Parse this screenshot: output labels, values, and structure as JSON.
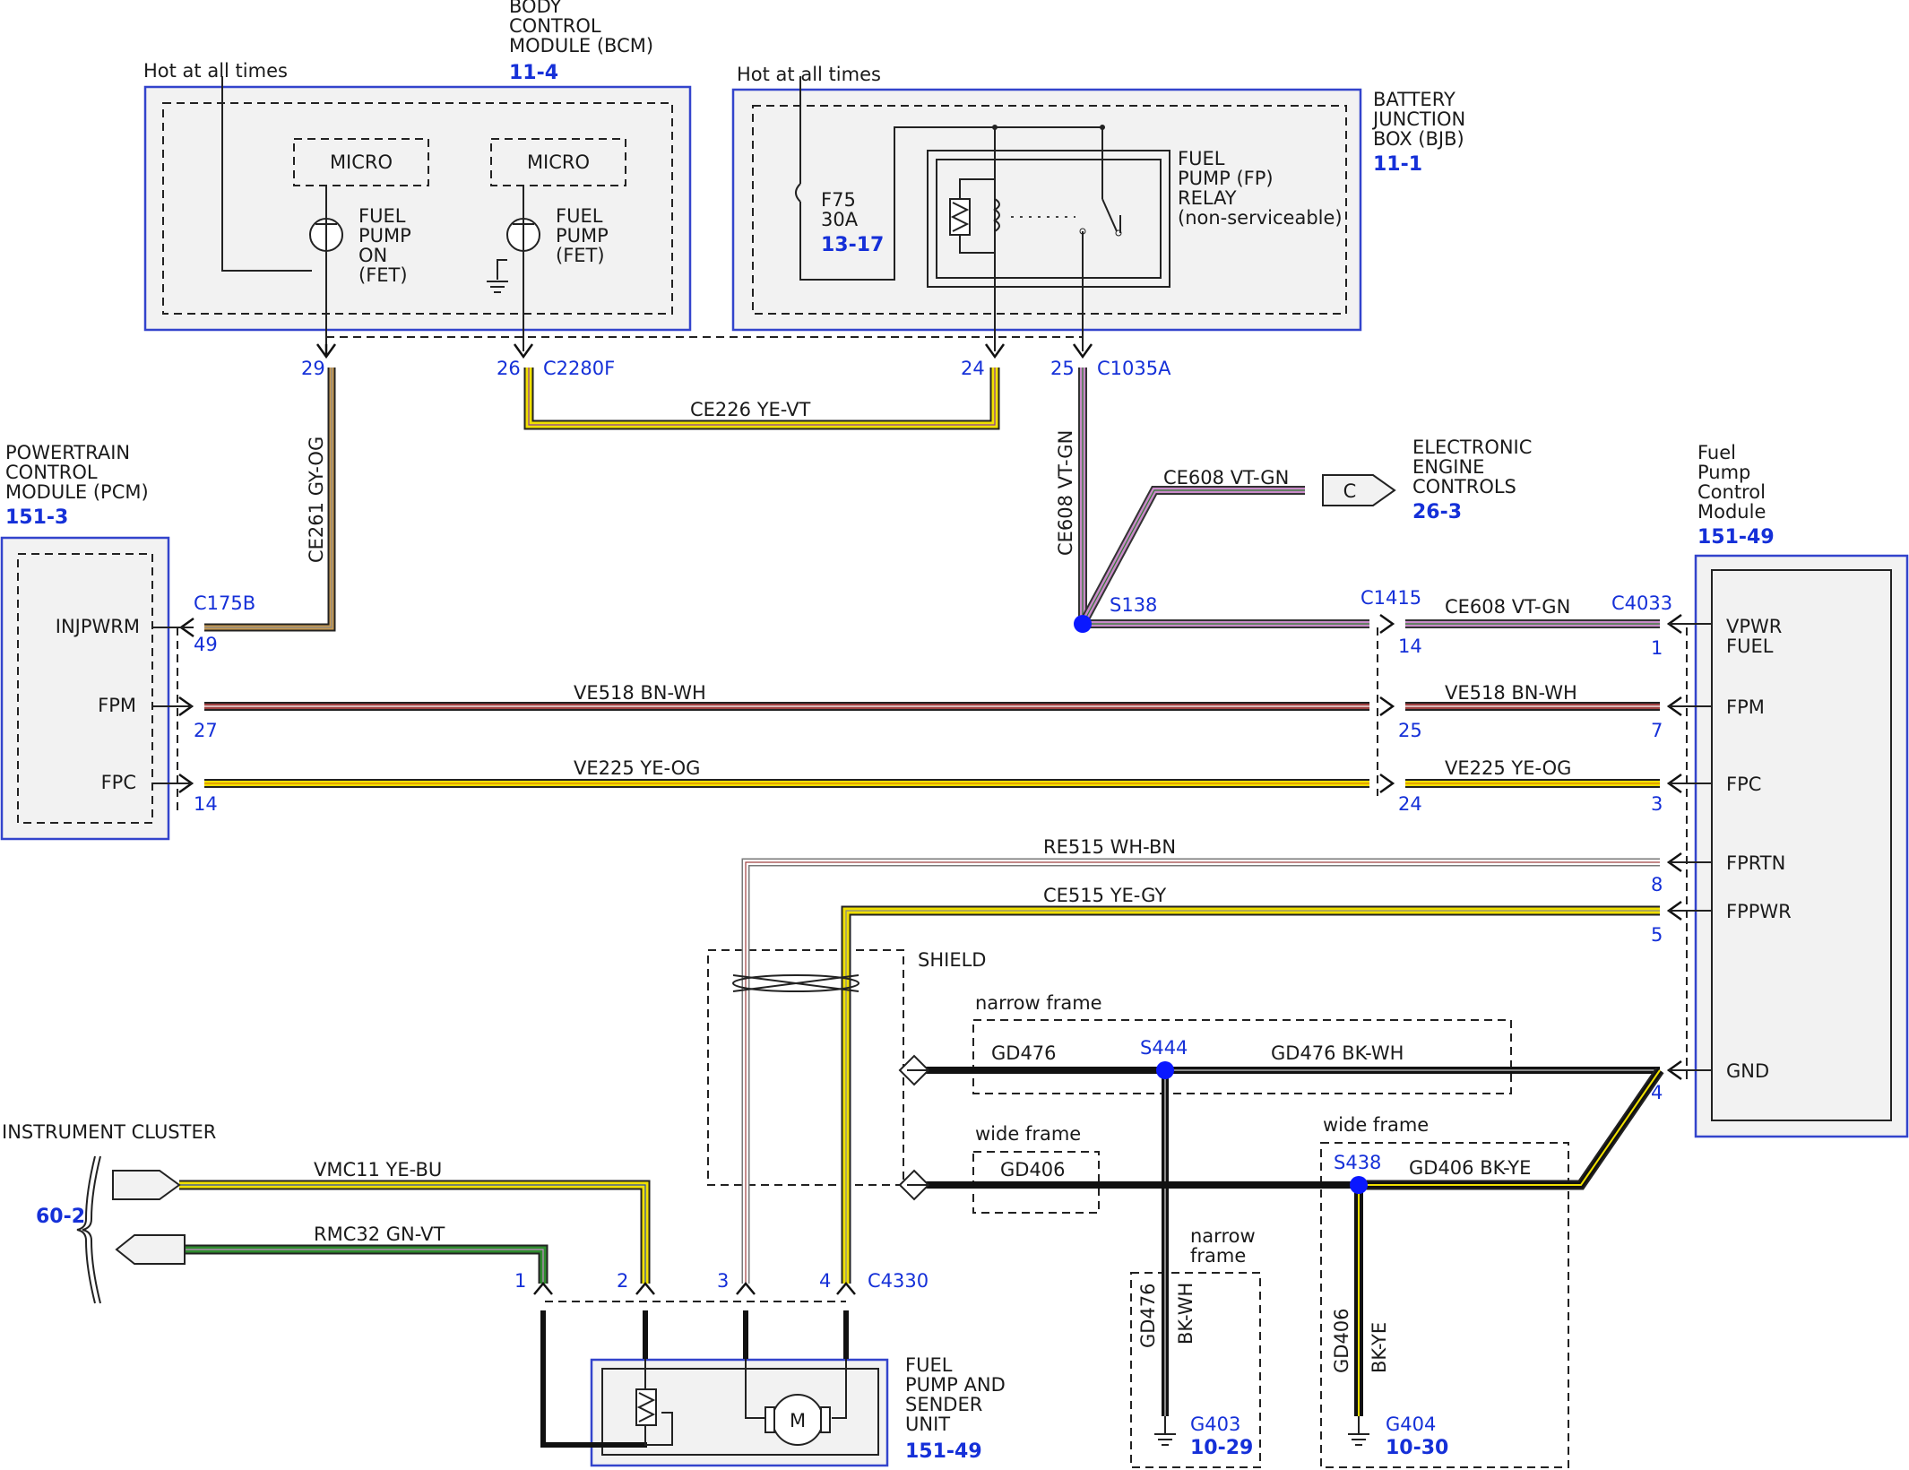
{
  "modules": {
    "bcm": {
      "name": "BODY\nCONTROL\nMODULE (BCM)",
      "ref": "11-4",
      "hot": "Hot at all times",
      "micro1": "MICRO",
      "micro2": "MICRO",
      "fet1": "FUEL\nPUMP\nON\n(FET)",
      "fet2": "FUEL\nPUMP\n(FET)"
    },
    "bjb": {
      "name": "BATTERY\nJUNCTION\nBOX (BJB)",
      "ref": "11-1",
      "hot": "Hot at all times",
      "fuse": "F75\n30A",
      "fuse_ref": "13-17",
      "relay": "FUEL\nPUMP (FP)\nRELAY\n(non-serviceable)"
    },
    "pcm": {
      "name": "POWERTRAIN\nCONTROL\nMODULE (PCM)",
      "ref": "151-3",
      "pins": [
        "INJPWRM",
        "FPM",
        "FPC"
      ]
    },
    "fpcm": {
      "name": "Fuel\nPump\nControl\nModule",
      "ref": "151-49",
      "pins": [
        "VPWR\nFUEL",
        "FPM",
        "FPC",
        "FPRTN",
        "FPPWR",
        "GND"
      ]
    },
    "eec": {
      "name": "ELECTRONIC\nENGINE\nCONTROLS",
      "ref": "26-3",
      "conn": "C"
    },
    "cluster": {
      "name": "INSTRUMENT CLUSTER",
      "ref": "60-2"
    },
    "pump": {
      "name": "FUEL\nPUMP AND\nSENDER\nUNIT",
      "ref": "151-49",
      "motor": "M"
    }
  },
  "connectors": [
    "C2280F",
    "C1035A",
    "C175B",
    "C1415",
    "C4033",
    "C4330"
  ],
  "pins": [
    "29",
    "26",
    "24",
    "25",
    "49",
    "27",
    "14",
    "14",
    "25",
    "24",
    "1",
    "7",
    "3",
    "8",
    "5",
    "4",
    "1",
    "2",
    "3",
    "4"
  ],
  "splices": [
    "S138",
    "S444",
    "S438"
  ],
  "grounds": [
    {
      "id": "G403",
      "ref": "10-29"
    },
    {
      "id": "G404",
      "ref": "10-30"
    }
  ],
  "wires": {
    "ce261": "CE261  GY-OG",
    "ce226": "CE226  YE-VT",
    "ce608_v": "CE608  VT-GN",
    "ce608_eec": "CE608  VT-GN",
    "ce608_h": "CE608  VT-GN",
    "ve518_a": "VE518  BN-WH",
    "ve518_b": "VE518  BN-WH",
    "ve225_a": "VE225  YE-OG",
    "ve225_b": "VE225  YE-OG",
    "re515": "RE515     WH-BN",
    "ce515": "CE515     YE-GY",
    "gd476_a": "GD476",
    "gd476_b": "GD476  BK-WH",
    "gd406_a": "GD406",
    "gd406_b": "GD406  BK-YE",
    "gd476_v": "GD476",
    "gd476_vc": "BK-WH",
    "gd406_v": "GD406",
    "gd406_vc": "BK-YE",
    "vmc11": "VMC11    YE-BU",
    "rmc32": "RMC32    GN-VT"
  },
  "labels": {
    "shield": "SHIELD",
    "narrow1": "narrow frame",
    "wide1": "wide frame",
    "wide2": "wide frame",
    "narrow2": "narrow\nframe"
  },
  "colors": {
    "link": "#1530d8",
    "box_border": "#3344cc",
    "yellow": "#f0e000",
    "violet": "#c889c8",
    "brown": "#a04040",
    "green": "#2e8b2e",
    "orange_gray": "#c89a50"
  }
}
